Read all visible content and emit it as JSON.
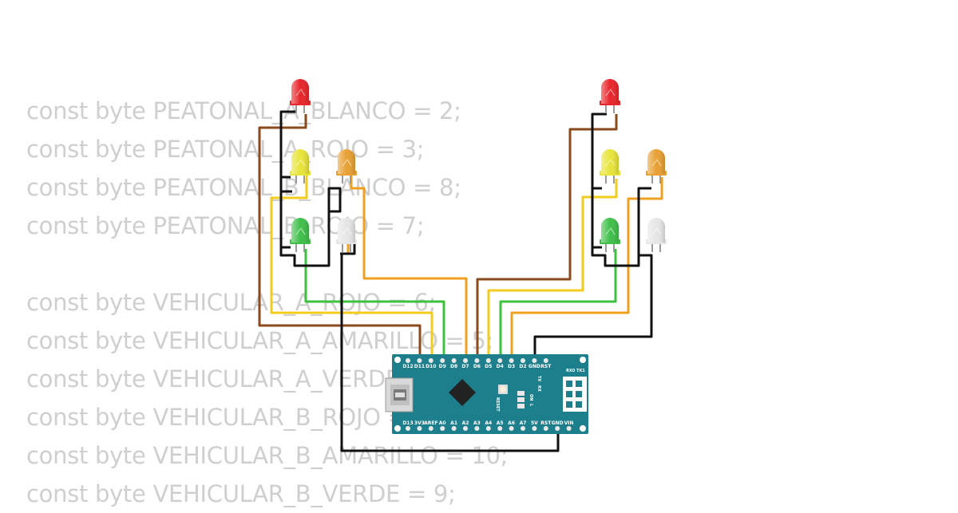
{
  "code_lines": [
    "const byte PEATONAL_A_BLANCO = 2;",
    "const byte PEATONAL_A_ROJO = 3;",
    "const byte PEATONAL_B_BLANCO = 8;",
    "const byte PEATONAL_B_ROJO = 7;",
    "",
    "const byte VEHICULAR_A_ROJO = 6;",
    "const byte VEHICULAR_A_AMARILLO = 5;",
    "const byte VEHICULAR_A_VERDE = 4;",
    "const byte VEHICULAR_B_ROJO = 11;",
    "const byte VEHICULAR_B_AMARILLO = 10;",
    "const byte VEHICULAR_B_VERDE = 9;"
  ],
  "board": {
    "top_pins": [
      "D12",
      "D11",
      "D10",
      "D9",
      "D8",
      "D7",
      "D6",
      "D5",
      "D4",
      "D3",
      "D2",
      "GND",
      "RST",
      "RX0",
      "TX1"
    ],
    "bottom_pins": [
      "D13",
      "3V3",
      "AREF",
      "A0",
      "A1",
      "A2",
      "A3",
      "A4",
      "A5",
      "A6",
      "A7",
      "5V",
      "RST",
      "GND",
      "VIN"
    ],
    "tx_label": "TX",
    "rx_label": "RX",
    "on_label": "ON",
    "l_label": "L",
    "reset_label": "RESET",
    "color": "#1e7f8c"
  },
  "led_colors": {
    "red": "#e8262b",
    "yellow": "#e8e43a",
    "orange": "#e8a033",
    "green": "#3fbf4a",
    "white": "#e6e6e6"
  },
  "wire_colors": {
    "brown": "#8b4a1e",
    "yellow": "#f2cc1f",
    "orange": "#f0a020",
    "green": "#3cc23c",
    "black": "#111111"
  }
}
